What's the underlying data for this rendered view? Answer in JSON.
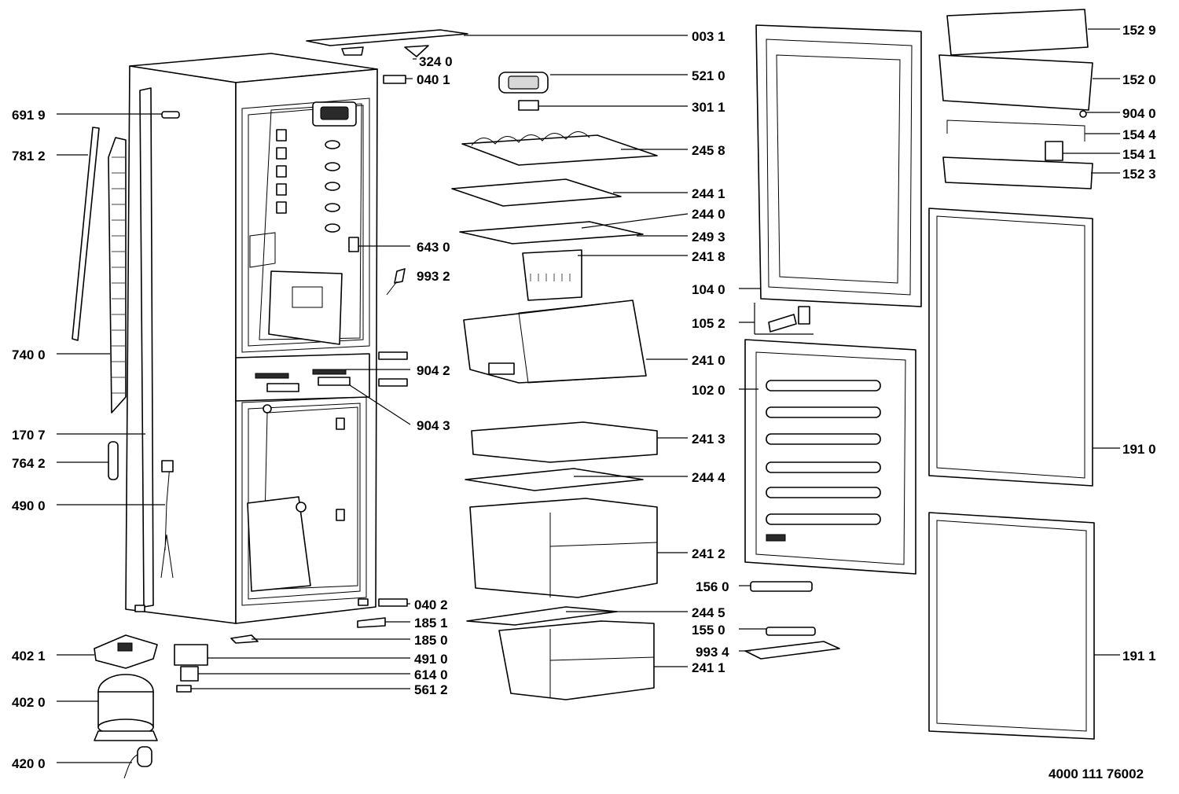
{
  "diagram_id": "4000 111 76002",
  "labels": {
    "p0031": "003 1",
    "p3240": "324 0",
    "p0401": "040 1",
    "p6919": "691 9",
    "p7812": "781 2",
    "p7400": "740 0",
    "p1707": "170 7",
    "p7642": "764 2",
    "p4900": "490 0",
    "p4021": "402 1",
    "p4020": "402 0",
    "p4200": "420 0",
    "p5210": "521 0",
    "p3011": "301 1",
    "p2458": "245 8",
    "p2441": "244 1",
    "p2440": "244 0",
    "p2493": "249 3",
    "p6430": "643 0",
    "p2418": "241 8",
    "p9932": "993 2",
    "p2410": "241 0",
    "p9042": "904 2",
    "p9043": "904 3",
    "p2413": "241 3",
    "p2444": "244 4",
    "p2412": "241 2",
    "p0402": "040 2",
    "p2445": "244 5",
    "p1851": "185 1",
    "p1850": "185 0",
    "p4910": "491 0",
    "p6140": "614 0",
    "p5612": "561 2",
    "p2411": "241 1",
    "p1040": "104 0",
    "p1052": "105 2",
    "p1020": "102 0",
    "p1560": "156 0",
    "p1550": "155 0",
    "p9934": "993 4",
    "p1529": "152 9",
    "p1520": "152 0",
    "p9040": "904 0",
    "p1544": "154 4",
    "p1541": "154 1",
    "p1523": "152 3",
    "p1910": "191 0",
    "p1911": "191 1"
  }
}
